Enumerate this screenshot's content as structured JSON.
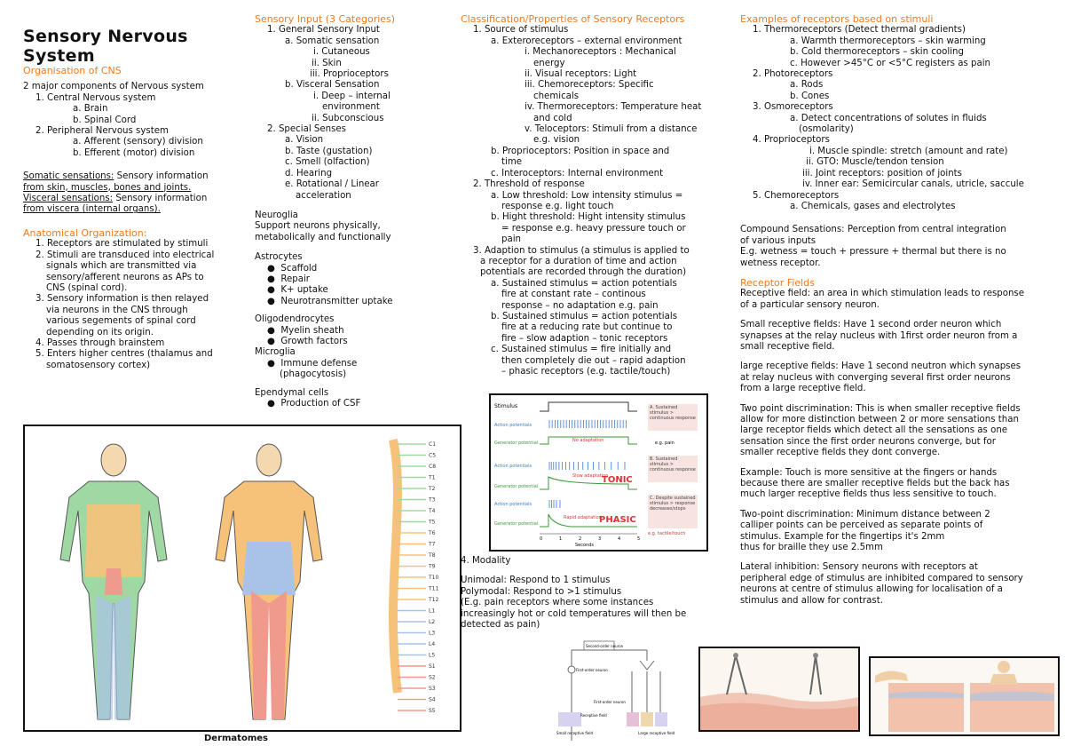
{
  "col1": {
    "title": "Sensory Nervous System",
    "org_heading": "Organisation of CNS",
    "lines": [
      "2 major components of Nervous system",
      "1. Central Nervous system",
      "a. Brain",
      "b. Spinal Cord",
      "2. Peripheral Nervous system",
      "a. Afferent (sensory) division",
      "b. Efferent (motor) division"
    ],
    "somatic_label": "Somatic sensations:",
    "somatic_text": " Sensory information",
    "somatic_text2": "from skin, muscles, bones and joints.",
    "visceral_label": "Visceral sensations:",
    "visceral_text": " Sensory information",
    "visceral_text2": "from viscera (internal organs).",
    "anat_heading": "Anatomical Organization:",
    "anat": [
      "1. Receptors are stimulated by stimuli",
      "2. Stimuli are transduced into electrical",
      "signals which are transmitted via",
      "sensory/afferent neurons as APs to",
      "CNS (spinal cord).",
      "3. Sensory information is then relayed",
      "via neurons in the CNS through",
      "various segements of spinal cord",
      "depending on its origin.",
      "4. Passes through brainstem",
      "5. Enters higher centres (thalamus and",
      "somatosensory cortex)"
    ]
  },
  "col2": {
    "heading": "Sensory Input (3 Categories)",
    "lines": [
      "1. General Sensory Input",
      "a. Somatic sensation",
      "i. Cutaneous",
      "ii. Skin",
      "iii. Proprioceptors",
      "b. Visceral Sensation",
      "i. Deep – internal",
      "environment",
      "ii. Subconscious",
      "2. Special Senses",
      "a. Vision",
      "b. Taste (gustation)",
      "c. Smell (olfaction)",
      "d. Hearing",
      "e. Rotational / Linear",
      "acceleration"
    ],
    "neuroglia": [
      "Neuroglia",
      "Support neurons physically,",
      "metabolically and functionally"
    ],
    "astro": [
      "Astrocytes",
      "Scaffold",
      "Repair",
      "K+ uptake",
      "Neurotransmitter uptake"
    ],
    "oligo": [
      "Oligodendrocytes",
      "Myelin sheath",
      "Growth factors"
    ],
    "micro": [
      "Microglia",
      "Immune defense",
      "(phagocytosis)"
    ],
    "epend": [
      "Ependymal cells",
      "Production of CSF"
    ]
  },
  "col3": {
    "heading": "Classification/Properties of Sensory Receptors",
    "lines": [
      "1. Source of stimulus",
      "a. Exteroreceptors – external environment",
      "i. Mechanoreceptors : Mechanical",
      "energy",
      "ii. Visual receptors: Light",
      "iii. Chemoreceptors: Specific",
      "chemicals",
      "iv. Thermoreceptors: Temperature heat",
      "and cold",
      "v. Teloceptors: Stimuli from a distance",
      "e.g. vision",
      "b. Proprioceptors: Position in space and",
      "time",
      "c. Interoceptors: Internal environment",
      "2. Threshold of response",
      "a. Low threshold: Low intensity stimulus =",
      "response e.g. light touch",
      "b. Hight threshold: Hight intensity stimulus",
      "= response e.g. heavy pressure touch or",
      "pain",
      "3. Adaption to stimulus (a stimulus is applied to",
      "a receptor for a duration of time and action",
      "potentials are recorded through the duration)",
      "a. Sustained stimulus = action potentials",
      "fire at constant rate – continous",
      "response  – no adaptation e.g. pain",
      "b. Sustained stimulus = action potentials",
      "fire at a reducing rate but continue to",
      "fire – slow adaption  – tonic receptors",
      "c. Sustained stimulus = fire initially and",
      "then completely die out – rapid adaption",
      "– phasic receptors (e.g. tactile/touch)"
    ],
    "modality": "4. Modality",
    "modal_lines": [
      "Unimodal: Respond to 1 stimulus",
      "Polymodal: Respond to >1 stimulus",
      "(E.g. pain receptors where some instances",
      "increasingly hot or cold temperatures will then be",
      "detected as pain)"
    ]
  },
  "col4": {
    "heading": "Examples of receptors based on stimuli",
    "lines": [
      "1. Thermoreceptors (Detect thermal gradients)",
      "a. Warmth thermoreceptors – skin warming",
      "b. Cold thermoreceptors – skin cooling",
      "c. However >45°C or <5°C registers as pain",
      "2. Photoreceptors",
      "a. Rods",
      "b. Cones",
      "3. Osmoreceptors",
      "a. Detect concentrations of solutes in fluids",
      "(osmolarity)",
      "4. Proprioceptors",
      "i. Muscle spindle: stretch (amount and rate)",
      "ii. GTO: Muscle/tendon tension",
      "iii. Joint receptors: position of joints",
      "iv. Inner ear: Semicircular canals, utricle, saccule",
      "5. Chemoreceptors",
      "a. Chemicals, gases and electrolytes"
    ],
    "compound": [
      "Compound Sensations: Perception from central integration",
      "of various inputs",
      "E.g. wetness = touch + pressure + thermal but there is no",
      "wetness receptor."
    ],
    "rf_heading": "Receptor Fields",
    "rf_def": [
      "Receptive field: an area in which stimulation leads to response",
      "of a particular sensory neuron."
    ],
    "small_rf": [
      "Small receptive fields: Have 1 second order neuron which",
      "synapses at the relay nucleus with 1first order neuron from a",
      "small receptive field."
    ],
    "large_rf": [
      "large receptive fields: Have 1 second neutron which synapses",
      "at relay nucleus with converging several first order neurons",
      "from a large receptive field."
    ],
    "two_point": [
      "Two point discrimination: This is when smaller receptive fields",
      "allow for more distinction between 2 or more sensations than",
      "large receptor fields which detect all the sensations as one",
      "sensation since the first order neurons converge, but for",
      "smaller receptive fields they dont converge."
    ],
    "example": [
      "Example: Touch is more sensitive at the fingers or hands",
      "because there are smaller receptive fields but the back has",
      "much larger receptive fields thus less sensitive to touch."
    ],
    "two_point2": [
      "Two-point discrimination: Minimum distance between 2",
      "calliper points can be perceived as separate points of",
      "stimulus. Example for the fingertips it's 2mm",
      "thus for braille they use 2.5mm"
    ],
    "lateral": [
      "Lateral inhibition: Sensory neurons with receptors at",
      "peripheral edge of stimulus are inhibited compared to sensory",
      "neurons at centre of stimulus allowing for localisation of a",
      "stimulus and allow for contrast."
    ]
  },
  "figures": {
    "dermatomes_caption": "Dermatomes",
    "adapt": {
      "stimulus": "Stimulus",
      "ap": "Action potentials",
      "gp": "Generator potential",
      "no_adapt": "No adaptation",
      "slow": "Slow adaptation",
      "rapid": "Rapid adaptation",
      "tonic": "TONIC",
      "phasic": "PHASIC",
      "box_a": "A. Sustained stimulus > continuous response",
      "box_eg": "e.g. pain",
      "box_b": "B. Sustained stimulus > continuous response",
      "box_c": "C. Despite sustained stimulus > response decreases/stops",
      "box_eg2": "e.g. tactile/touch",
      "ticks": [
        "0",
        "1",
        "2",
        "3",
        "4",
        "5"
      ],
      "seconds": "Seconds"
    },
    "rf": {
      "second": "Second-order neuron",
      "first": "First-order neuron",
      "field": "Receptive field",
      "small": "Small receptive field",
      "large": "Large receptive field"
    },
    "spine_labels": [
      "C1",
      "C5",
      "C8",
      "T1",
      "T2",
      "T3",
      "T4",
      "T5",
      "T6",
      "T7",
      "T8",
      "T9",
      "T10",
      "T11",
      "T12",
      "L1",
      "L2",
      "L3",
      "L4",
      "L5",
      "S1",
      "S2",
      "S3",
      "S4",
      "S5"
    ],
    "colors": {
      "green": "#9fd8a3",
      "orange": "#f6c27a",
      "blue": "#a9c3e8",
      "red": "#ef9a8c",
      "skin": "#f4d9b0"
    }
  }
}
